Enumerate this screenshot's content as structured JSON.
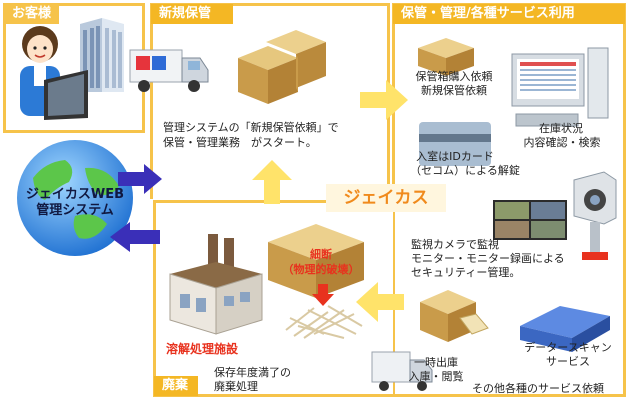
{
  "customer": {
    "title": "お客様"
  },
  "new_storage": {
    "title": "新規保管",
    "description_line1": "管理システムの「新規保管依頼」で",
    "description_line2": "保管・管理業務　がスタート。"
  },
  "services": {
    "title": "保管・管理/各種サービス利用",
    "order_line1": "保管箱購入依頼",
    "order_line2": "新規保管依頼",
    "inventory_line1": "在庫状況",
    "inventory_line2": "内容確認・検索",
    "id_card_line1": "入室はIDカード",
    "id_card_line2": "（セコム）による解錠",
    "camera_line1": "監視カメラで監視",
    "camera_line2": "モニター・モニター録画による",
    "camera_line3": "セキュリティー管理。",
    "data_scan_line1": "データースキャン",
    "data_scan_line2": "サービス",
    "temp_out_line1": "一時出庫",
    "temp_out_line2": "入庫・閲覧",
    "other_services": "その他各種のサービス依頼"
  },
  "company": {
    "name": "ジェイカス"
  },
  "web_system": {
    "line1": "ジェイカスWEB",
    "line2": "管理システム"
  },
  "disposal": {
    "title": "廃棄",
    "shred_line1": "細断",
    "shred_line2": "（物理的破壊）",
    "facility": "溶解処理施設",
    "desc_line1": "保存年度満了の",
    "desc_line2": "廃棄処理"
  },
  "colors": {
    "panel_border": "#f6c34a",
    "tag": "#f4b724",
    "arrow_blue": "#3a2fb8",
    "arrow_yellow": "#ffe36a",
    "company_orange": "#f08a1c",
    "shred_red": "#e8321e"
  }
}
